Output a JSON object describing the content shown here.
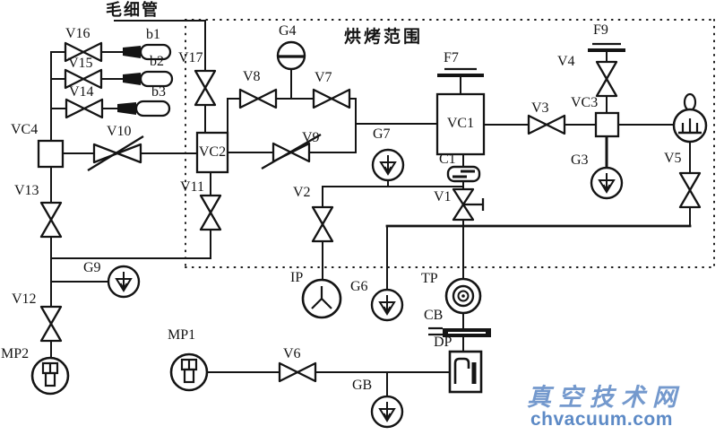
{
  "diagram": {
    "capillary_label": "毛细管",
    "bake_zone_label": "烘烤范围",
    "component_labels": {
      "v1": "V1",
      "v2": "V2",
      "v3": "V3",
      "v4": "V4",
      "v5": "V5",
      "v6": "V6",
      "v7": "V7",
      "v8": "V8",
      "v9": "V9",
      "v10": "V10",
      "v11": "V11",
      "v12": "V12",
      "v13": "V13",
      "v14": "V14",
      "v15": "V15",
      "v16": "V16",
      "v17": "V17",
      "vc1": "VC1",
      "vc2": "VC2",
      "vc3": "VC3",
      "vc4": "VC4",
      "g3": "G3",
      "g4": "G4",
      "g6": "G6",
      "g7": "G7",
      "g9": "G9",
      "gb": "GB",
      "mp1": "MP1",
      "mp2": "MP2",
      "ip": "IP",
      "tp": "TP",
      "cb": "CB",
      "dp": "DP",
      "c1": "C1",
      "f7": "F7",
      "f9": "F9",
      "b1": "b1",
      "b2": "b2",
      "b3": "b3"
    }
  },
  "watermark": {
    "site_name": "真空技术网",
    "site_url": "chvacuum.com",
    "text_color": "#7499cd",
    "url_color": "#5d8ac6"
  },
  "colors": {
    "line": "#141414",
    "background": "#ffffff"
  }
}
